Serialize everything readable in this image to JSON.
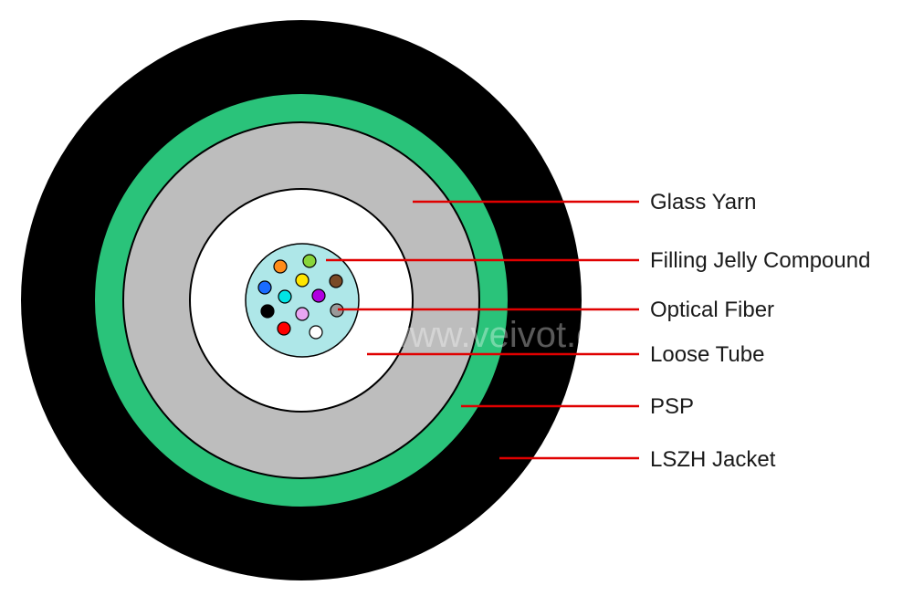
{
  "watermark": "www.veivot.com",
  "labels": {
    "glass_yarn": "Glass Yarn",
    "filling_jelly": "Filling Jelly Compound",
    "optical_fiber": "Optical Fiber",
    "loose_tube": "Loose Tube",
    "psp": "PSP",
    "lszh_jacket": "LSZH Jacket"
  },
  "colors": {
    "jacket": "#000000",
    "psp": "#2ac37a",
    "glass_yarn": "#bdbdbd",
    "loose_tube": "#ffffff",
    "filling_jelly": "#aee7e8",
    "leader_line": "#e00000"
  },
  "fiber_colors": [
    "#ff8c1a",
    "#88d43a",
    "#1a6cff",
    "#00e5e5",
    "#ffe600",
    "#b000e0",
    "#7a4a26",
    "#000000",
    "#e8a6f2",
    "#999999",
    "#ff0000",
    "#ffffff"
  ]
}
